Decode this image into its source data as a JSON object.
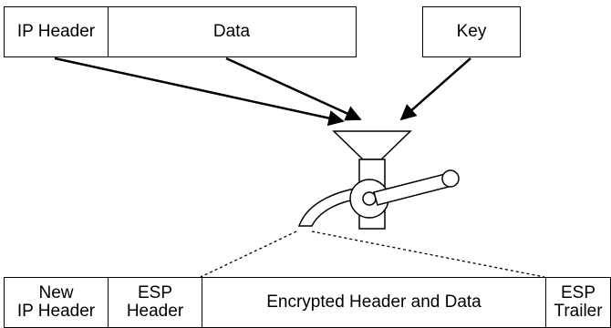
{
  "top_packet": {
    "ip_header": "IP Header",
    "data": "Data"
  },
  "key": "Key",
  "bottom_packet": {
    "new_ip_header": [
      "New",
      "IP Header"
    ],
    "esp_header": [
      "ESP",
      "Header"
    ],
    "encrypted": "Encrypted Header and Data",
    "esp_trailer": [
      "ESP",
      "Trailer"
    ]
  }
}
